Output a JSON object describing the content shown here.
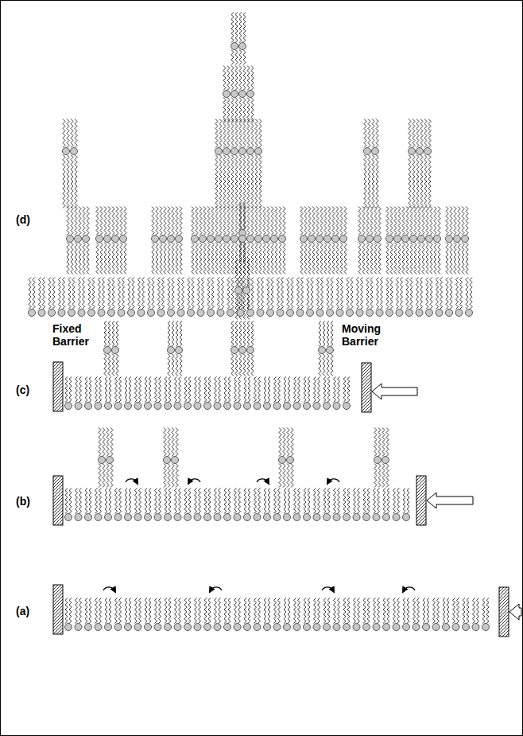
{
  "diagram": {
    "labels": [
      "(d)",
      "Fixed Barrier",
      "Moving Barrier",
      "(c)",
      "(b)",
      "(a)"
    ]
  }
}
